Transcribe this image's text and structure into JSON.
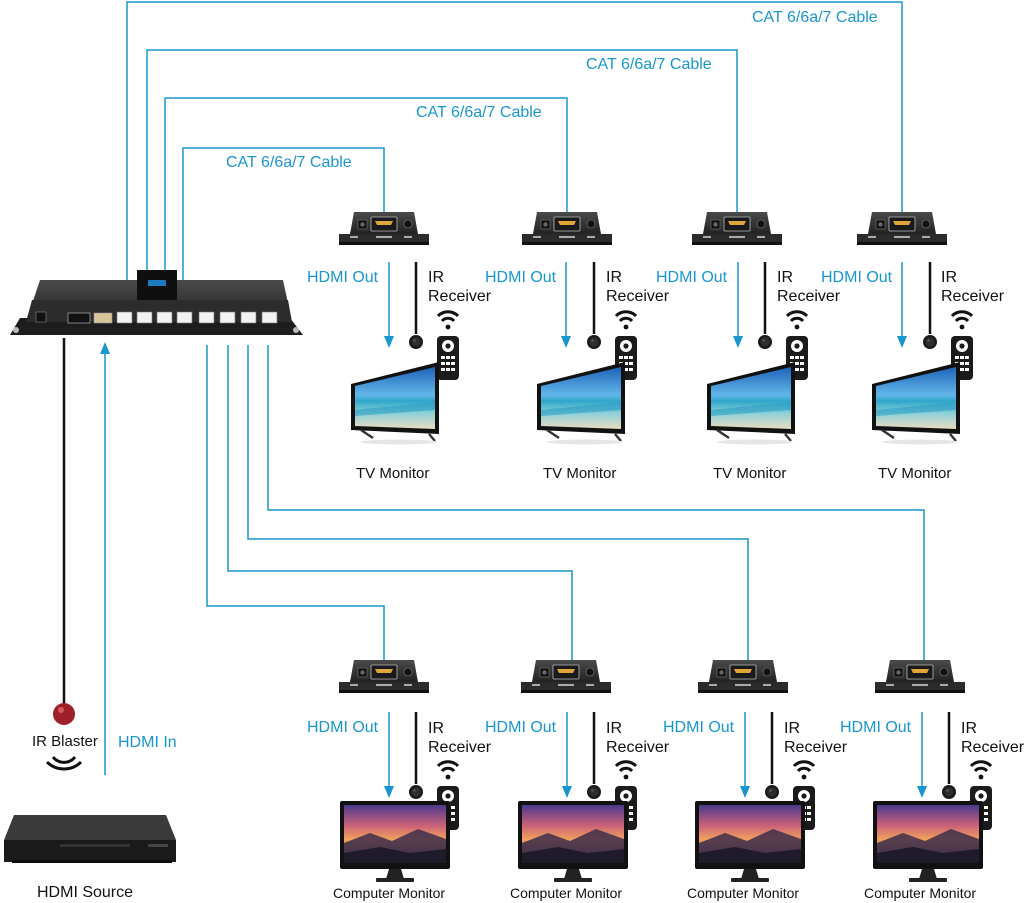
{
  "cable_label": "CAT 6/6a/7 Cable",
  "hdmi_out_label": "HDMI Out",
  "ir_receiver_line1": "IR",
  "ir_receiver_line2": "Receiver",
  "tv_label": "TV Monitor",
  "computer_label": "Computer Monitor",
  "ir_blaster_label": "IR Blaster",
  "hdmi_in_label": "HDMI In",
  "source_label": "HDMI Source",
  "colors": {
    "cable": "#1a96cf",
    "device": "#2b2b2b",
    "ir_cord": "#111111",
    "ir_led": "#c0262b"
  },
  "icons": [
    "hdmi-splitter-icon",
    "receiver-box-icon",
    "tv-icon",
    "computer-monitor-icon",
    "remote-control-icon",
    "wifi-signal-icon",
    "ir-blaster-icon",
    "bluray-player-icon"
  ]
}
